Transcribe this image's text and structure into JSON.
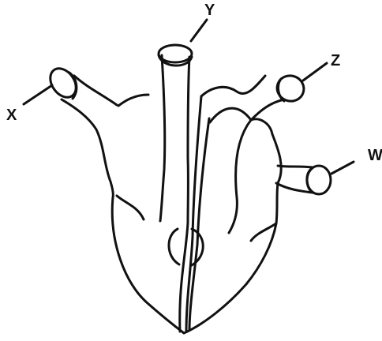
{
  "diagram": {
    "labels": {
      "x": "X",
      "y": "Y",
      "z": "Z",
      "w": "W"
    },
    "colors": {
      "stroke": "#111111",
      "background": "#ffffff"
    }
  }
}
